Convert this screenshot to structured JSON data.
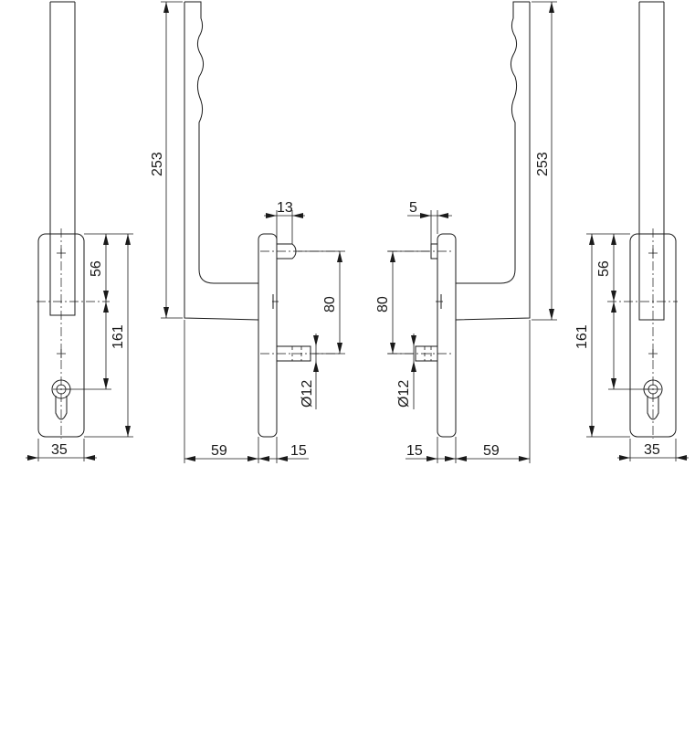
{
  "dimensions": {
    "left_plate_width": "35",
    "left_offset_56": "56",
    "left_plate_height": "161",
    "left_handle_height": "253",
    "left_lever_length": "59",
    "left_plate_thickness": "15",
    "left_pin_13": "13",
    "left_spacing_80": "80",
    "left_diameter": "Ø12",
    "right_pin_5": "5",
    "right_spacing_80": "80",
    "right_diameter": "Ø12",
    "right_plate_thickness": "15",
    "right_lever_length": "59",
    "right_handle_height": "253",
    "right_offset_56": "56",
    "right_plate_height": "161",
    "right_plate_width": "35"
  },
  "colors": {
    "line": "#1a1a1a",
    "background": "#ffffff"
  }
}
